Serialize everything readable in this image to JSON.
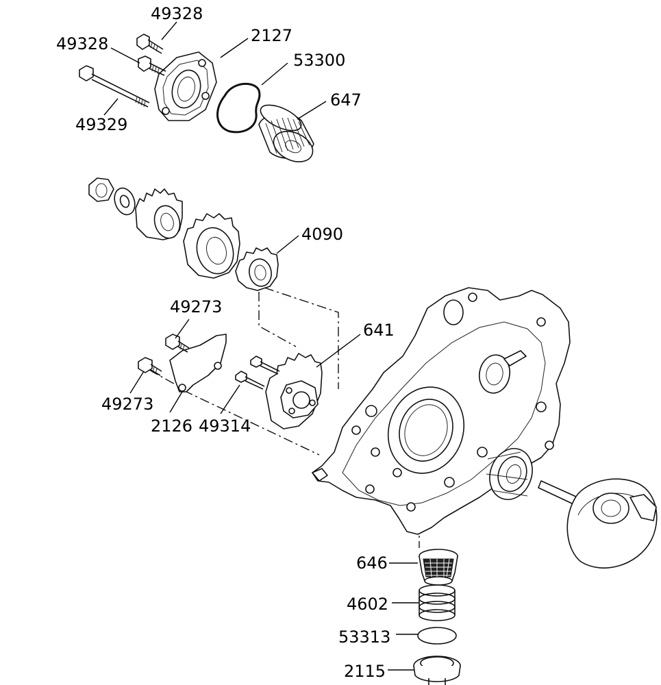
{
  "diagram": {
    "labels": {
      "bolt_top": "49328",
      "bolt_left": "49328",
      "long_bolt": "49329",
      "filter_cover": "2127",
      "o_ring": "53300",
      "oil_filter": "647",
      "pump_gear": "4090",
      "bolt_guide_upper": "49273",
      "bolt_guide_lower": "49273",
      "oil_pump": "641",
      "chain_guide": "2126",
      "pump_screw": "49314",
      "strainer": "646",
      "spring": "4602",
      "drain_o_ring": "53313",
      "drain_plug": "2115"
    }
  }
}
